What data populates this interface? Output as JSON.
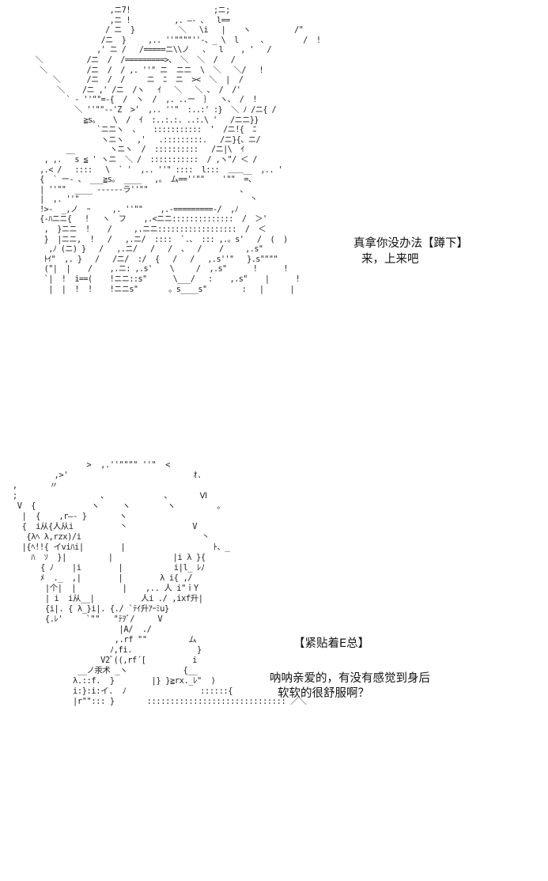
{
  "page": {
    "background": "#ffffff",
    "text_color": "#111111"
  },
  "captions": {
    "top_line_1": "真拿你没办法【蹲下】",
    "top_line_2": "来，上来吧",
    "bottom_note": "【紧贴着E总】",
    "bottom_line_1": "呐呐亲爱的，有没有感觉到身后",
    "bottom_line_2": "软软的很舒服啊？"
  },
  "art": {
    "top": "                    ,ニ7!                   ;ニ;\n                    ,ニ !          ,. ―- 、  l==\n                   / ニ  }          ＼   \\i   |    ヽ          /\"\n                  /ニ  }     ,.. ''\"\"\"\"''-、_ \\  l     、        /  !\n                 ,' ニ /   /=====ニ\\\\ノ   、  l    , '   /\n   ＼          /ニ  /  /=========>、 ＼  ＼  /   /\n    ＼         /ニ  /  / ,. ''\" ニ  ニニ  \\  ＼   ＼/   !\n       ＼      /ニ  /  /     ニ  ﾆ  ニ  ><  ＼  |  /\n        ＼    /ニ ,' /ニ  /ヽ   ｲ   ＼   ＼ 、 /  /'\n          ` - ''\"\"=-{  /  ヽ  /  ,. ..ー  ｝  ヽ、 /  !\n            ＼ ''\"\"--'Z  >'  ,.. ''\"  :..:' :}  ＼ ﾉ /ニ{ /\n              ≧s。   \\  /  ｲ  :..:.:. ..:.\\ '   /ニニ}}\n                 `ニニヽ  、   :::::::::::  '  /ニ!{  ﾆ\n                  ヽニヽ   ,'   .:::::::::.   /ニ}{、ニ/\n          __        ヽニヽ  /  ::::::::::   /ニ|\\  ｲ\n     , ,.   s ≦ ' ヽニ  ＼ /  :::::::::::  / ,ヽ\"/ ＜ /\n    ,.< /   ::::   \\  ` '  ,.. ''\" ::::  l:::  ＿＿__  ,.. '\n    {  ` ー- 、 ___≧s。 ____   ,。 ム==''\"\"    '\"\"  =、\n    | ''\"\"  ____ ------ラ''\"\"                     、\n    |  ,. ''\"                                       丶\n    !>-  _,ノ  ｰ     ,. ''\"\"    ,.-=========-/  ,ﾉ\n    {-ﾊニニ{   !   ヽ  フ    ,.<ニニ::::::::::::::  /  ＞'\n     ,  }ニニ  !    /     ,.ニニ::::::::::::::::::  /  ＜\n     }  |ニニ,  !   /   ,.ニ/  ::::  `.、 ::: ,.。s'   /  (  )  \n      ,ﾉ (ニ) }   /   ,.ニ/   /   /  、  /    /     ,.s\"\n     ﾄｲ\"  ,. }   /   /ニ/  :/  {   /   /   ,.s''\"   }.s\"\"\"\"\n     (\"|  |    /    ,.ニ: ,.s'    \\     /  ,.s\"      !      !\n     `|  !  i==(    !ニニ::s\"      \\___/   :    ,.s\"    |      !\n      |  |  !  !    !ニニs\"       。s____s\"        :   |      |",
    "bottom": "                 >  ,.''\"\"\"\" ''\"  <\n          ,>'                           ｵ.\n ,       〃\n ;                  、            、      Ⅵ\n  V  {            ヽ     ヽ        ヽ         ｡\n   |  {    ,r―- }       ヽ\n   {  i从{人从i          丶              V\n    {λﾍ λ,rzx)/i                          丶\n   |{ﾍ!!{ イviﾊi|        |                   ﾄ、_\n     ﾊ  ｿ  }|         |             |i λ }{\n       { ﾉ    |i        |           i|l_ ﾚﾉ\n       ﾒ  ._  ,|        |        λ i{ ,/\n        |个|  |          |    ,.. 人 i\"ｉY\n        | i  i从__|          人i ./ ,ixf升|\n        {i|. { λ_}i|. {./ `ﾃｲ升ｱｰﾐu}\n        {.ﾚ'     `\"\"   \"ﾃｦﾞ/     V\n                        |A/  ./\n                       ,.rf \"\"         ム\n                      ﾉ,fi.              }\n                    V2ﾞ((,rf´[          i\n               __ノ汞术 _ヽ            {__\n              λ.::f.  }        |} }≧rx._ﾚ\"  )\n              i:}:i:イ.  ﾉ                ::::::{\n              |r\"\"::: }       :::::::::::::::::::::::::::::: ／＼"
  }
}
